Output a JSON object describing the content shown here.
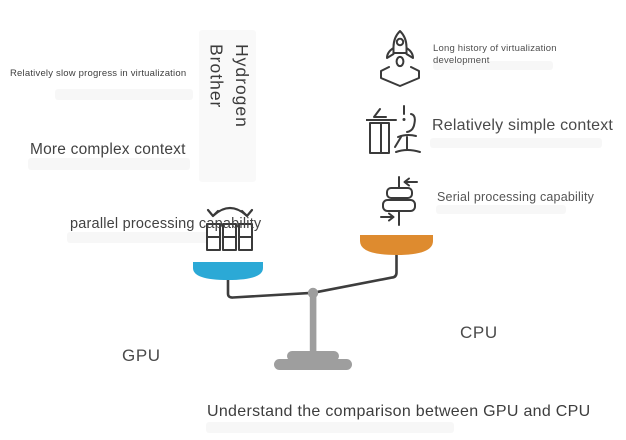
{
  "caption": "Understand the comparison between GPU and CPU",
  "watermark": "Hydrogen\nBrother",
  "gpu": {
    "label": "GPU",
    "virtualization_note": "Relatively slow progress in virtualization",
    "context_note": "More complex context",
    "processing_note": "parallel processing capability",
    "icon": "parallel-grid-icon"
  },
  "cpu": {
    "label": "CPU",
    "virtualization_note": "Long history of virtualization development",
    "context_note": "Relatively simple context",
    "processing_note": "Serial processing capability",
    "icons": {
      "history": "rocket-launch-icon",
      "context": "desk-chair-icon",
      "processing": "serial-flow-icon"
    }
  },
  "scale": {
    "name": "balance-scale",
    "left_pan": "GPU (heavier, lower)",
    "right_pan": "CPU (lighter, higher)"
  },
  "colors": {
    "gpu_pan": "#2BA9D6",
    "cpu_pan": "#DE8B2F",
    "stand": "#9E9E9E",
    "beam": "#3D3D3D",
    "icon_stroke": "#3A3A3A",
    "text": "#3F3F3F"
  }
}
